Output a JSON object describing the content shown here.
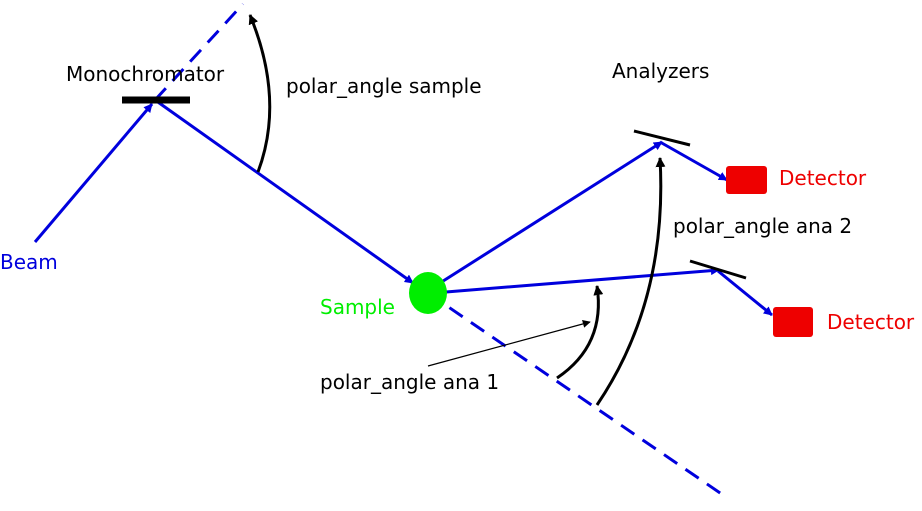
{
  "labels": {
    "monochromator": "Monochromator",
    "polar_angle_sample": "polar_angle sample",
    "analyzers": "Analyzers",
    "beam": "Beam",
    "sample": "Sample",
    "detector_1": "Detector",
    "detector_2": "Detector",
    "polar_angle_ana_2": "polar_angle ana 2",
    "polar_angle_ana_1": "polar_angle ana 1"
  },
  "colors": {
    "beam": "#0000dd",
    "sample": "#00ee00",
    "detector": "#ee0000",
    "ink": "#000000"
  }
}
